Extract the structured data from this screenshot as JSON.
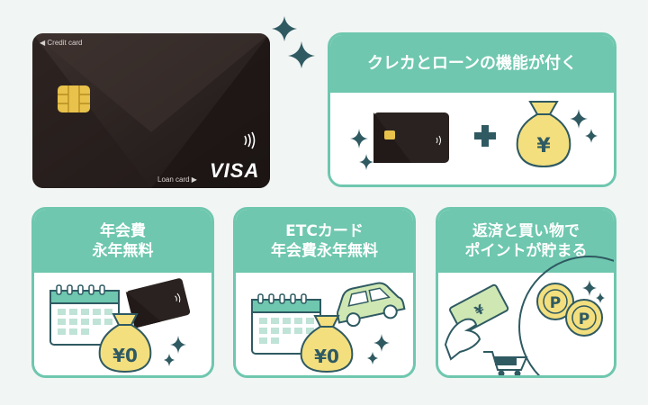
{
  "card": {
    "top_label": "◀ Credit card",
    "bottom_label": "Loan card ▶",
    "brand": "VISA"
  },
  "panels": {
    "feature": {
      "title": "クレカとローンの機能が付く"
    },
    "annual_fee": {
      "title_line1": "年会費",
      "title_line2": "永年無料",
      "coin_label": "¥0"
    },
    "etc": {
      "title_line1": "ETCカード",
      "title_line2": "年会費永年無料",
      "coin_label": "¥0"
    },
    "points": {
      "title_line1": "返済と買い物で",
      "title_line2": "ポイントが貯まる",
      "bill_label": "¥",
      "coin_label": "P"
    }
  },
  "money_bag_label": "¥",
  "colors": {
    "accent": "#6ec7ae",
    "sparkle": "#2f5a62",
    "coin": "#f3df7e",
    "card_dark": "#2a2220",
    "calendar_header": "#6ec7ae",
    "calendar_cell": "#bfe3d6",
    "car": "#cfe7b3"
  }
}
